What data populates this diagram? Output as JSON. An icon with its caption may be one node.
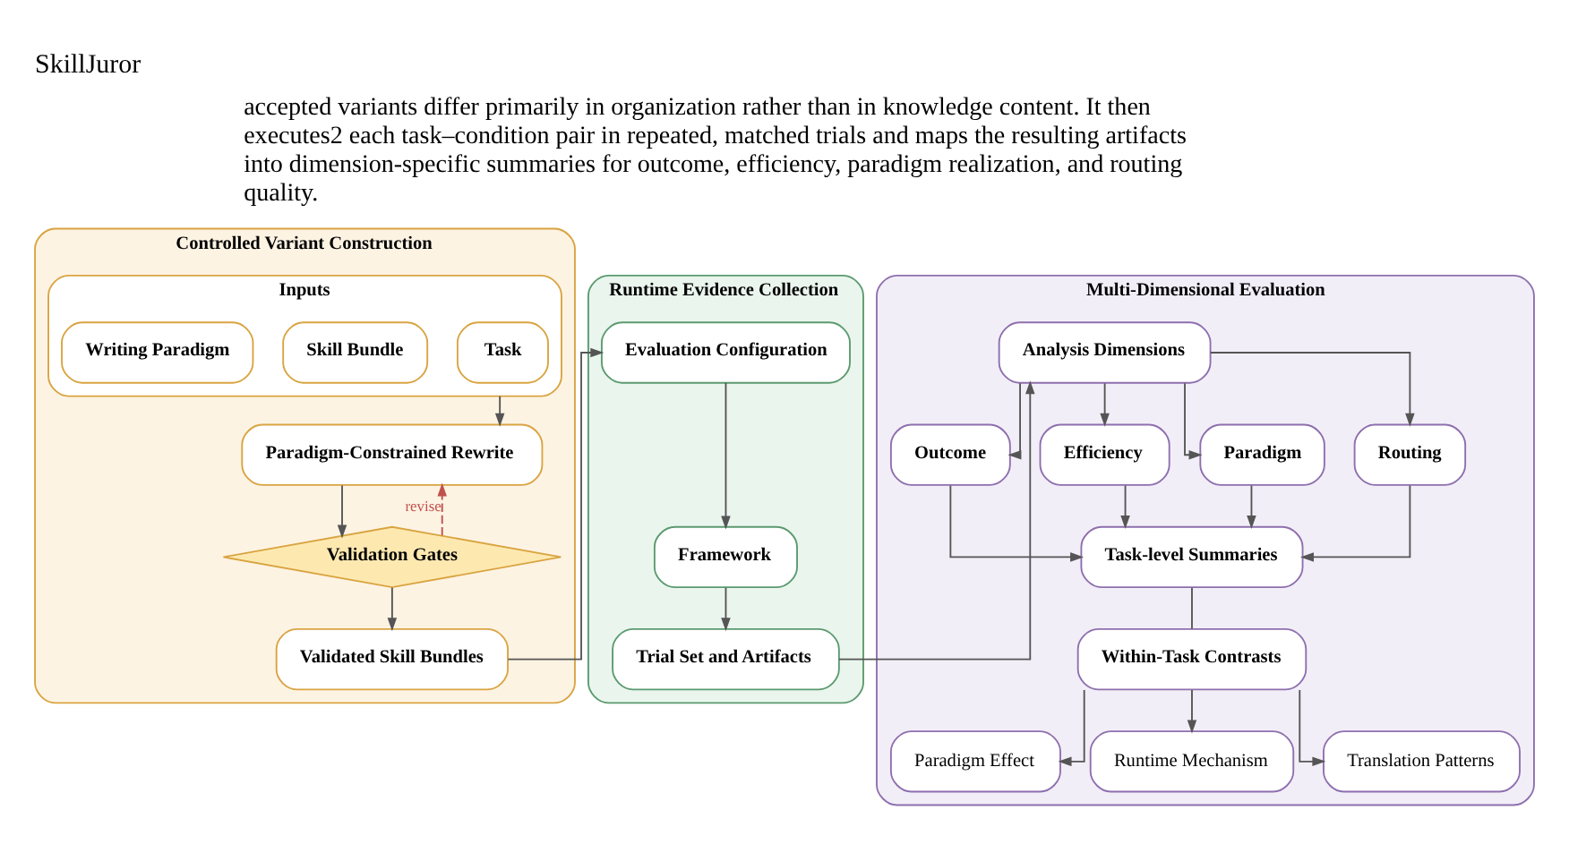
{
  "diagram": {
    "title": "SkillJuror",
    "nodes": [
      {
        "text": [
          "Controlled Variant Construction"
        ]
      },
      {
        "text": [
          "Inputs"
        ],
        "in": 0
      },
      {
        "text": [
          "Task"
        ],
        "in": 1
      },
      {
        "text": [
          "Skill Bundle"
        ],
        "in": 1
      },
      {
        "text": [
          "Writing Paradigm"
        ],
        "in": 1
      },
      {
        "text": [
          "Paradigm-Constrained Rewrite"
        ],
        "in": 0
      },
      {
        "text": [
          "Validation Gates"
        ],
        "in": 0
      },
      {
        "text": [
          "Validated Skill Bundles"
        ],
        "in": 0
      },
      {
        "text": [
          "Runtime Evidence Collection"
        ]
      },
      {
        "text": [
          "Evaluation Configuration"
        ],
        "in": 8
      },
      {
        "text": [
          "Framework"
        ],
        "in": 8
      },
      {
        "text": [
          "Trial Set and Artifacts"
        ],
        "in": 8
      },
      {
        "text": [
          "Multi-Dimensional Evaluation"
        ]
      },
      {
        "text": [
          "Analysis Dimensions"
        ],
        "in": 12
      },
      {
        "text": [
          "Outcome"
        ],
        "in": 12
      },
      {
        "text": [
          "Efficiency"
        ],
        "in": 12
      },
      {
        "text": [
          "Paradigm"
        ],
        "in": 12
      },
      {
        "text": [
          "Routing"
        ],
        "in": 12
      },
      {
        "text": [
          "Task-level Summaries"
        ],
        "in": 12
      },
      {
        "text": [
          "Within-Task Contrasts"
        ],
        "in": 12
      },
      {
        "text": [
          "Paradigm Effect"
        ],
        "in": 12
      },
      {
        "text": [
          "Runtime Mechanism"
        ],
        "in": 12
      },
      {
        "text": [
          "Translation Patterns"
        ],
        "in": 12
      }
    ],
    "edges": [
      {
        "from": 1,
        "to": 5,
        "arrow": "to"
      },
      {
        "from": 5,
        "to": 6,
        "arrow": "to"
      },
      {
        "from": 6,
        "to": 5,
        "arrow": "to",
        "label": "revise",
        "style": "dashed",
        "color": "#c0504d"
      },
      {
        "from": 6,
        "to": 7,
        "arrow": "to"
      },
      {
        "from": 7,
        "to": 9,
        "arrow": "to"
      },
      {
        "from": 9,
        "to": 10,
        "arrow": "to"
      },
      {
        "from": 10,
        "to": 11,
        "arrow": "to"
      },
      {
        "from": 11,
        "to": 13,
        "arrow": "to"
      },
      {
        "from": 13,
        "to": 14,
        "arrow": "to"
      },
      {
        "from": 13,
        "to": 15,
        "arrow": "to"
      },
      {
        "from": 13,
        "to": 16,
        "arrow": "to"
      },
      {
        "from": 13,
        "to": 17,
        "arrow": "to"
      },
      {
        "from": 14,
        "to": 18,
        "arrow": "to"
      },
      {
        "from": 15,
        "to": 18,
        "arrow": "to"
      },
      {
        "from": 16,
        "to": 18,
        "arrow": "to"
      },
      {
        "from": 17,
        "to": 18,
        "arrow": "to"
      },
      {
        "from": 18,
        "to": 19,
        "arrow": "none"
      },
      {
        "from": 19,
        "to": 20,
        "arrow": "to"
      },
      {
        "from": 19,
        "to": 21,
        "arrow": "to"
      },
      {
        "from": 19,
        "to": 22,
        "arrow": "to"
      }
    ],
    "labels": [
      "accepted variants differ primarily in organization rather than in knowledge content. It then executes2 each task–condition pair in repeated, matched trials and maps the resulting artifacts into dimension-specific summaries for outcome, efficiency, paradigm realization, and routing quality."
    ]
  }
}
